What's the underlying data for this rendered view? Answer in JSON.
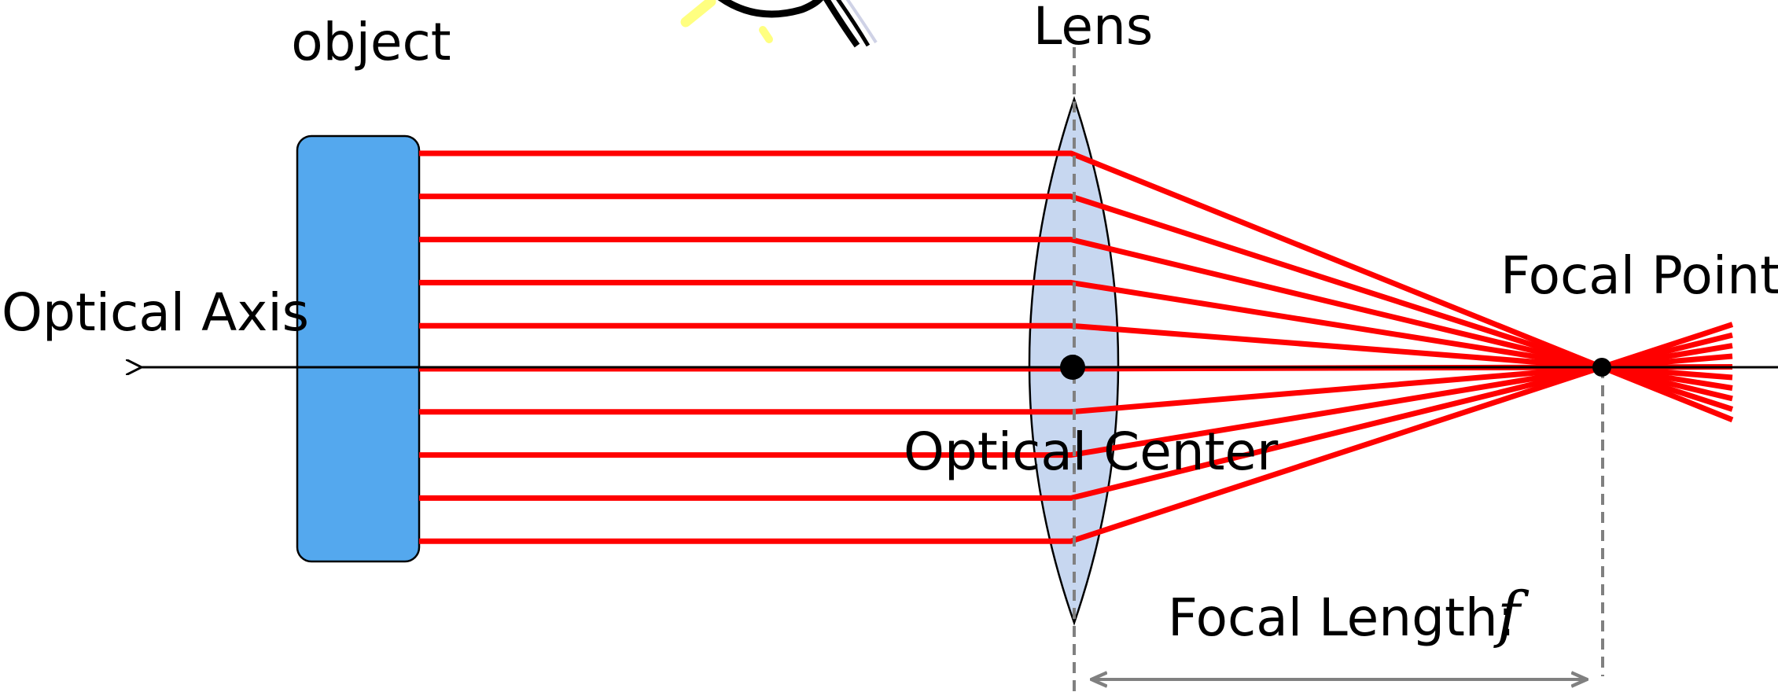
{
  "labels": {
    "object": "object",
    "lens": "Lens",
    "optical_axis": "Optical Axis",
    "focal_point": "Focal Point",
    "optical_center": "Optical Center",
    "focal_length": "Focal Length:",
    "focal_length_symbol": "f"
  },
  "rays": {
    "count": 10
  },
  "colors": {
    "ray": "#ff0000",
    "object_fill": "#54a8ee",
    "lens_fill": "#c7d7f0",
    "guide": "#808080",
    "axis": "#000000",
    "bulb_glow": "#ffff80",
    "bulb_outline": "#000000"
  }
}
